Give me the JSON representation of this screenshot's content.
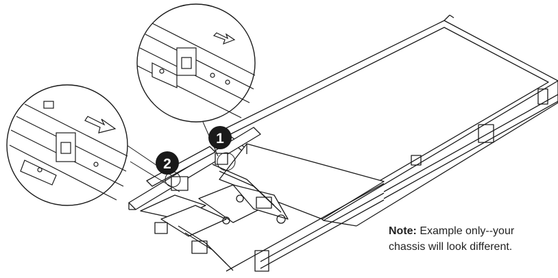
{
  "callouts": [
    {
      "number": "1"
    },
    {
      "number": "2"
    }
  ],
  "note": {
    "label": "Note:",
    "line1": " Example only--your",
    "line2": "chassis will look different."
  },
  "colors": {
    "line": "#1a1a1a",
    "callout_fill": "#1a1a1a",
    "background": "#ffffff"
  }
}
